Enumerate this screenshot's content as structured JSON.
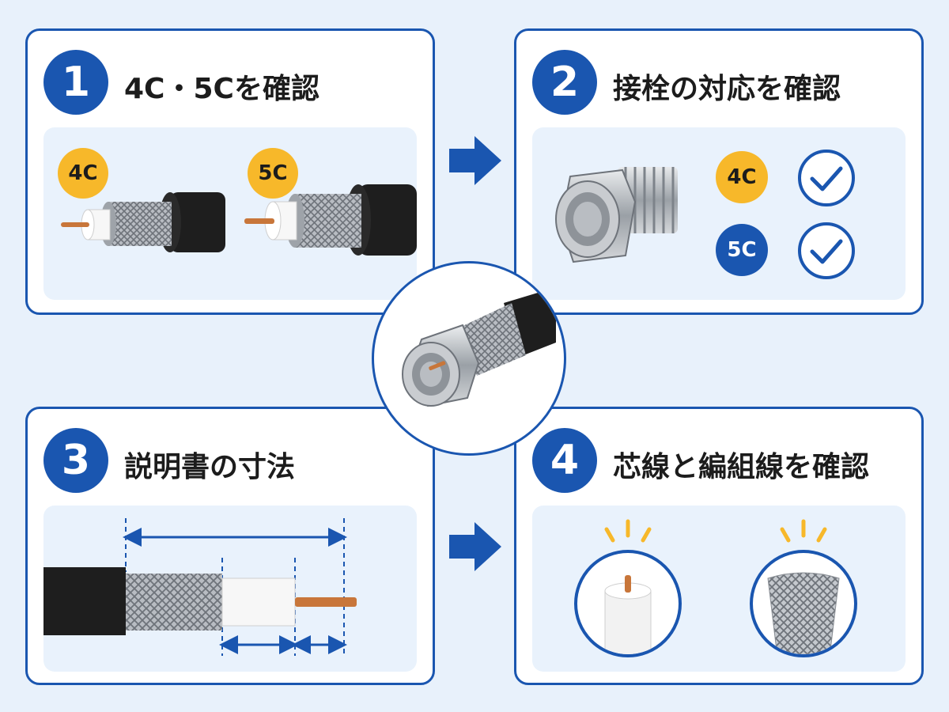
{
  "steps": [
    {
      "number": "1",
      "title": "4C・5Cを確認"
    },
    {
      "number": "2",
      "title": "接栓の対応を確認"
    },
    {
      "number": "3",
      "title": "説明書の寸法"
    },
    {
      "number": "4",
      "title": "芯線と編組線を確認"
    }
  ],
  "cable_tags": {
    "a": "4C",
    "b": "5C"
  },
  "colors": {
    "accent_blue": "#1a56b0",
    "tag_yellow": "#f7b82a",
    "panel_inner": "#e9f2fc",
    "background": "#e8f1fb"
  },
  "icons": [
    "right-arrow-icon",
    "check-circle-icon",
    "f-connector-icon",
    "coax-cable-icon",
    "dimension-arrow-icon"
  ]
}
